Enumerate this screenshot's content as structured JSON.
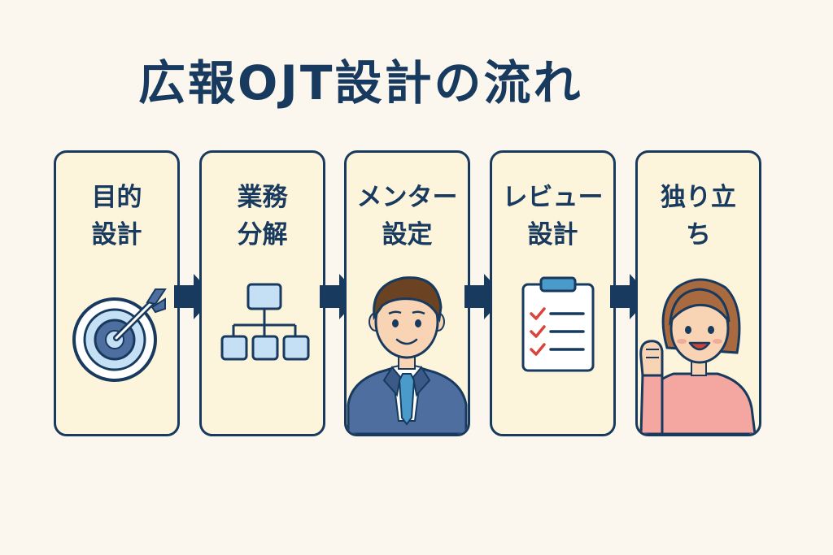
{
  "title": "広報OJT設計の流れ",
  "steps": [
    {
      "label": "目的\n設計",
      "illustration": "target-icon"
    },
    {
      "label": "業務\n分解",
      "illustration": "org-chart-icon"
    },
    {
      "label": "メンター\n設定",
      "illustration": "mentor-person"
    },
    {
      "label": "レビュー\n設計",
      "illustration": "checklist-clipboard-icon"
    },
    {
      "label": "独り立\nち",
      "illustration": "independent-person"
    }
  ],
  "colors": {
    "background": "#fbf7ee",
    "card_fill": "#fdf4dc",
    "accent_navy": "#173a5e",
    "light_blue": "#c5dff5",
    "check_red": "#d8453c",
    "suit_blue": "#4d6e9e",
    "sweater_pink": "#f4a6a0"
  }
}
